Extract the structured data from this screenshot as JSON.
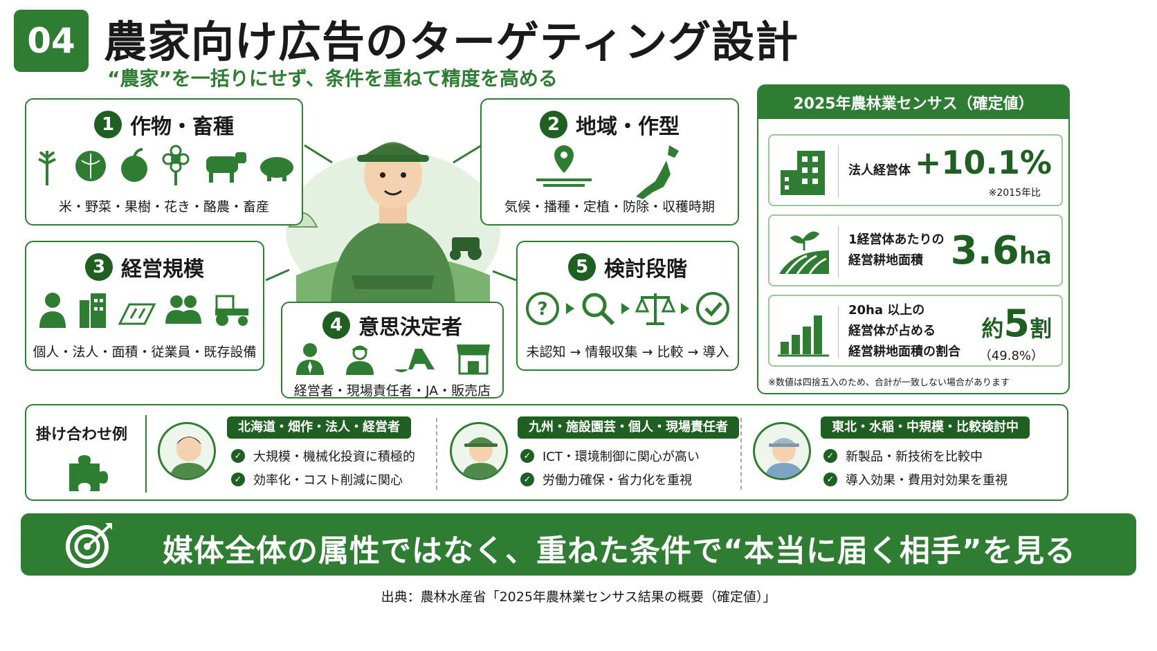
{
  "header": {
    "badge": "04",
    "title": "農家向け広告のターゲティング設計",
    "subtitle": "“農家”を一括りにせず、条件を重ねて精度を高める"
  },
  "cards": {
    "c1": {
      "num": "1",
      "title": "作物・畜種",
      "items": "米・野菜・果樹・花き・酪農・畜産"
    },
    "c2": {
      "num": "2",
      "title": "地域・作型",
      "items": "気候・播種・定植・防除・収穫時期"
    },
    "c3": {
      "num": "3",
      "title": "経営規模",
      "items": "個人・法人・面積・従業員・既存設備"
    },
    "c4": {
      "num": "4",
      "title": "意思決定者",
      "items": "経営者・現場責任者・JA・販売店"
    },
    "c5": {
      "num": "5",
      "title": "検討段階",
      "items": "未認知 → 情報収集 → 比較 → 導入"
    }
  },
  "census": {
    "header": "2025年農林業センサス（確定値）",
    "stats": [
      {
        "label": "法人経営体",
        "value": "+10.1%",
        "note": "※2015年比"
      },
      {
        "label_line1": "1経営体あたりの",
        "label_line2": "経営耕地面積",
        "value_num": "3.6",
        "value_unit": "ha"
      },
      {
        "label_line1": "20ha 以上の",
        "label_line2": "経営体が占める",
        "label_line3": "経営耕地面積の割合",
        "value_prefix": "約",
        "value_num": "5",
        "value_unit": "割",
        "note": "（49.8%）"
      }
    ],
    "footnote": "※数値は四捨五入のため、合計が一致しない場合があります"
  },
  "combos": {
    "label": "掛け合わせ例",
    "items": [
      {
        "tag": "北海道・畑作・法人・経営者",
        "points": [
          "大規模・機械化投資に積極的",
          "効率化・コスト削減に関心"
        ]
      },
      {
        "tag": "九州・施設園芸・個人・現場責任者",
        "points": [
          "ICT・環境制御に関心が高い",
          "労働力確保・省力化を重視"
        ]
      },
      {
        "tag": "東北・水稲・中規模・比較検討中",
        "points": [
          "新製品・新技術を比較中",
          "導入効果・費用対効果を重視"
        ]
      }
    ]
  },
  "banner": "媒体全体の属性ではなく、重ねた条件で“本当に届く相手”を見る",
  "source": "出典：農林水産省「2025年農林業センサス結果の概要（確定値）」",
  "colors": {
    "accent": "#2e7d32",
    "dark": "#1f5f22"
  }
}
